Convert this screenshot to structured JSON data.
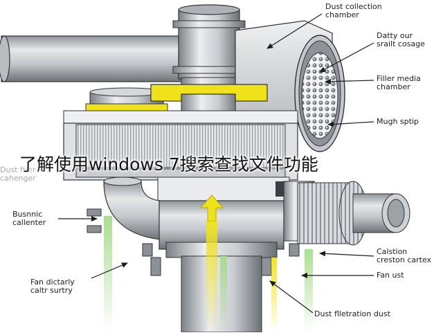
{
  "overlay_title": "了解使用windows 7搜索查找文件功能",
  "labels": {
    "dust_collection_chamber": [
      "Dust collection",
      "chamber"
    ],
    "dust_outlet_cover": [
      "Datty our",
      "srailt cosage"
    ],
    "filter_media_chamber": [
      "Filler media",
      "chamber"
    ],
    "mugh_sptip": [
      "Mugh sptip"
    ],
    "dust_fiter_changer": [
      "Dust fiter",
      "cahenger"
    ],
    "buss_collector": [
      "Busnnic",
      "callenter"
    ],
    "fan_delivery_outlet": [
      "Fan dictarly",
      "caltr surtry"
    ],
    "caution_carter": [
      "Calstion",
      "creston cartex"
    ],
    "fan_ust": [
      "Fan ust"
    ],
    "dust_filtration_dust": [
      "Dust flletration dust"
    ]
  },
  "colors": {
    "metal_light": "#d9dcdf",
    "metal_mid": "#a7abb0",
    "metal_dark": "#6e7378",
    "accent_yellow": "#f0e21a",
    "accent_green": "#a6dc8c",
    "outline": "#2f3236"
  }
}
